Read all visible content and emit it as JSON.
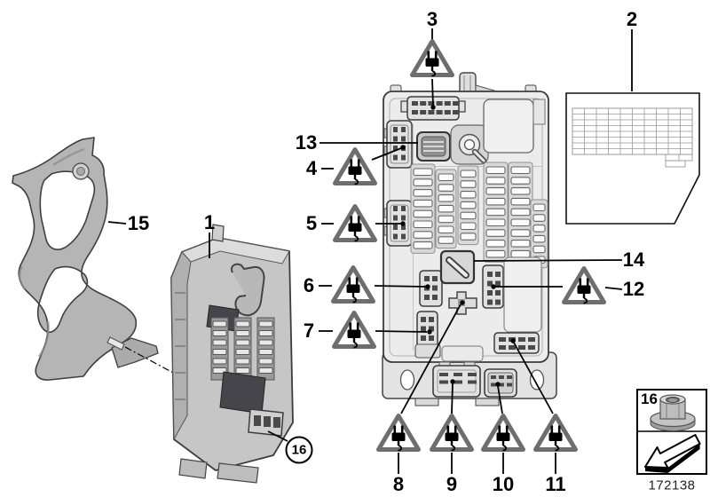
{
  "drawing_number": "172138",
  "callouts": {
    "c1": {
      "label": "1"
    },
    "c2": {
      "label": "2"
    },
    "c3": {
      "label": "3"
    },
    "c4": {
      "label": "4"
    },
    "c5": {
      "label": "5"
    },
    "c6": {
      "label": "6"
    },
    "c7": {
      "label": "7"
    },
    "c8": {
      "label": "8"
    },
    "c9": {
      "label": "9"
    },
    "c10": {
      "label": "10"
    },
    "c11": {
      "label": "11"
    },
    "c12": {
      "label": "12"
    },
    "c13": {
      "label": "13"
    },
    "c14": {
      "label": "14"
    },
    "c15": {
      "label": "15"
    },
    "c16_module": {
      "label": "16"
    },
    "c16_legend": {
      "label": "16"
    }
  },
  "parts": {
    "bracket": "mounting-bracket",
    "module": "control-unit-module",
    "fusebox": "junction-box-electronics",
    "sticker": "fuse-assignment-label",
    "nut": "hex-flange-nut",
    "arrow": "installation-direction-arrow"
  },
  "colors": {
    "background": "#ffffff",
    "part_fill": "#c6c6c6",
    "bracket_fill": "#b5b5b5",
    "outline": "#3c3c3c",
    "triangle_gray": "#6e6e6e",
    "slot_dark": "#4a4a4a",
    "line": "#000000"
  }
}
